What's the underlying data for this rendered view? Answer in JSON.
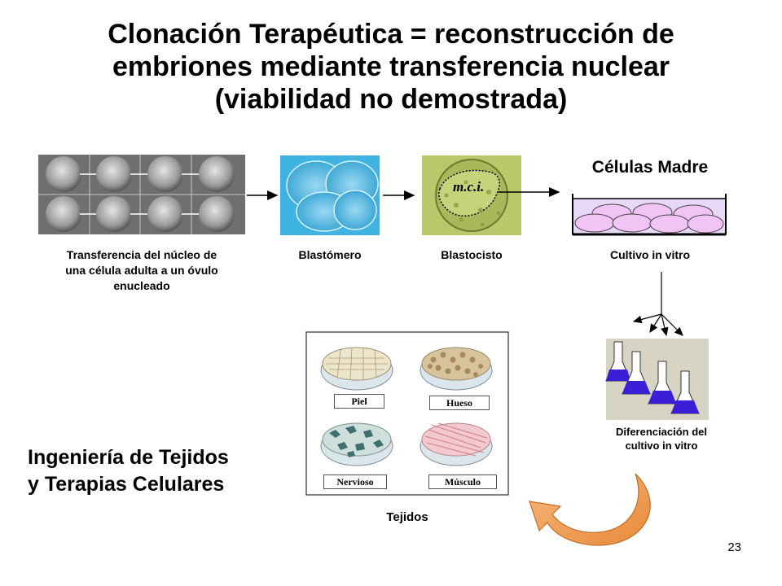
{
  "title": {
    "line1": "Clonación Terapéutica = reconstrucción de",
    "line2": "embriones mediante transferencia nuclear",
    "line3": "(viabilidad no demostrada)"
  },
  "steps": {
    "nuclear_transfer": {
      "line1": "Transferencia del núcleo de",
      "line2": "una célula adulta a un óvulo",
      "line3": "enucleado"
    },
    "blastomere": "Blastómero",
    "blastocyst": "Blastocisto",
    "icm_label": "m.c.i.",
    "stem_cells_heading": "Células Madre",
    "culture": "Cultivo in vitro",
    "differentiation": {
      "line1": "Diferenciación del",
      "line2": "cultivo in vitro"
    }
  },
  "tissues": {
    "caption": "Tejidos",
    "items": [
      "Piel",
      "Hueso",
      "Nervioso",
      "Músculo"
    ]
  },
  "applications": {
    "line1": "Ingeniería de Tejidos",
    "line2": "y Terapias Celulares"
  },
  "page_number": "23",
  "colors": {
    "arrow_orange": "#f4a15a",
    "cell_pink": "#f2c4f5",
    "dish_purple": "#e8d8f8",
    "flask_liquid": "#3a1fd6",
    "blastomere_bg": "#3fb4e2",
    "blastocyst_bg": "#b9c86a"
  }
}
